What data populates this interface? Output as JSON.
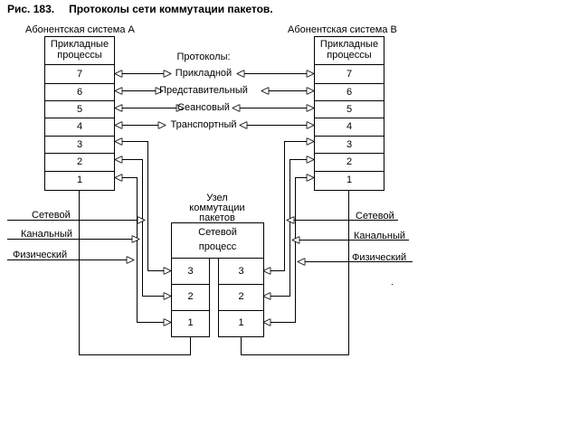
{
  "caption": {
    "number": "Рис. 183.",
    "title": "Протоколы сети коммутации пакетов."
  },
  "system_a": {
    "title": "Абонентская система А",
    "app_label": [
      "Прикладные",
      "процессы"
    ],
    "layers": [
      "7",
      "6",
      "5",
      "4",
      "3",
      "2",
      "1"
    ]
  },
  "system_b": {
    "title": "Абонентская система В",
    "app_label": [
      "Прикладные",
      "процессы"
    ],
    "layers": [
      "7",
      "6",
      "5",
      "4",
      "3",
      "2",
      "1"
    ]
  },
  "protocols": {
    "heading": "Протоколы:",
    "items": [
      "Прикладной",
      "Представительный",
      "Сеансовый",
      "Транспортный"
    ]
  },
  "switch_node": {
    "title": [
      "Узел",
      "коммутации",
      "пакетов"
    ],
    "process_label": [
      "Сетевой",
      "процесс"
    ],
    "left_layers": [
      "3",
      "2",
      "1"
    ],
    "right_layers": [
      "3",
      "2",
      "1"
    ]
  },
  "side_labels_left": [
    "Сетевой",
    "Канальный",
    "Физический"
  ],
  "side_labels_right": [
    "Сетевой",
    "Канальный",
    "Физический"
  ]
}
